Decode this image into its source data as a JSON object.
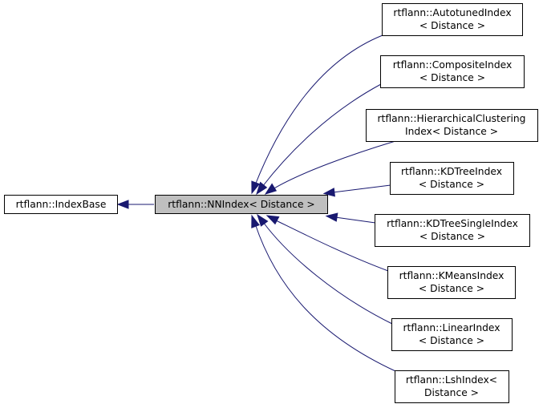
{
  "diagram": {
    "colors": {
      "edge": "#191970",
      "focus_fill": "#bfbfbf",
      "node_fill": "#ffffff",
      "node_border": "#000000"
    },
    "nodes": {
      "index_base": {
        "lines": [
          "rtflann::IndexBase"
        ]
      },
      "nn_index": {
        "lines": [
          "rtflann::NNIndex< Distance >"
        ]
      },
      "autotuned": {
        "lines": [
          "rtflann::AutotunedIndex",
          "< Distance >"
        ]
      },
      "composite": {
        "lines": [
          "rtflann::CompositeIndex",
          "< Distance >"
        ]
      },
      "hierarchical": {
        "lines": [
          "rtflann::HierarchicalClustering",
          "Index< Distance >"
        ]
      },
      "kdtree": {
        "lines": [
          "rtflann::KDTreeIndex",
          "< Distance >"
        ]
      },
      "kdtree_single": {
        "lines": [
          "rtflann::KDTreeSingleIndex",
          "< Distance >"
        ]
      },
      "kmeans": {
        "lines": [
          "rtflann::KMeansIndex",
          "< Distance >"
        ]
      },
      "linear": {
        "lines": [
          "rtflann::LinearIndex",
          "< Distance >"
        ]
      },
      "lsh": {
        "lines": [
          "rtflann::LshIndex<",
          "Distance >"
        ]
      }
    }
  }
}
